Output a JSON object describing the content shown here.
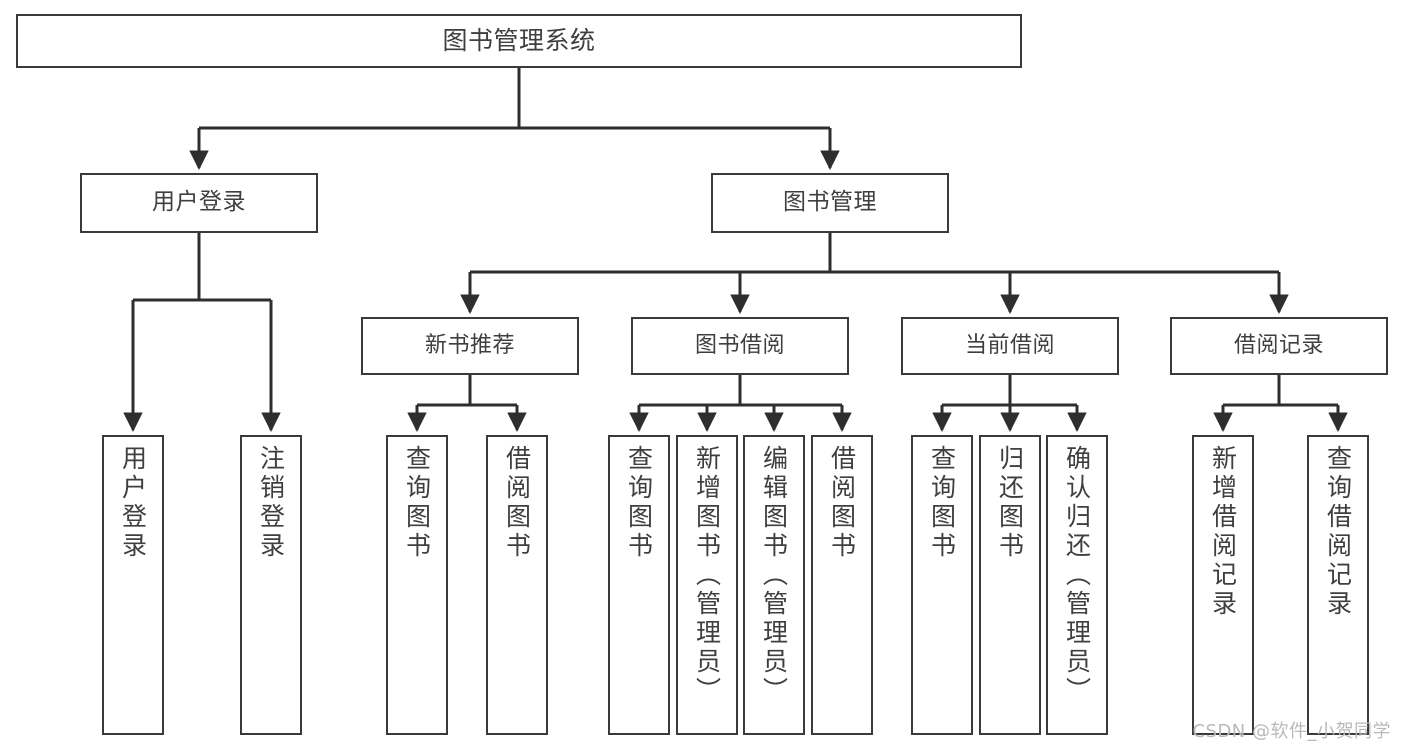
{
  "diagram": {
    "type": "hierarchy-tree",
    "title": "图书管理系统",
    "root": {
      "id": "root",
      "label": "图书管理系统"
    },
    "level1": [
      {
        "id": "user-login",
        "label": "用户登录"
      },
      {
        "id": "book-manage",
        "label": "图书管理"
      }
    ],
    "level2": [
      {
        "id": "new-book-rec",
        "label": "新书推荐",
        "parent": "book-manage"
      },
      {
        "id": "book-borrow",
        "label": "图书借阅",
        "parent": "book-manage"
      },
      {
        "id": "current-borrow",
        "label": "当前借阅",
        "parent": "book-manage"
      },
      {
        "id": "borrow-record",
        "label": "借阅记录",
        "parent": "book-manage"
      }
    ],
    "leaves": [
      {
        "id": "leaf-user-login",
        "label": "用户登录",
        "parent": "user-login"
      },
      {
        "id": "leaf-logout",
        "label": "注销登录",
        "parent": "user-login"
      },
      {
        "id": "leaf-query-book-1",
        "label": "查询图书",
        "parent": "new-book-rec"
      },
      {
        "id": "leaf-borrow-book-1",
        "label": "借阅图书",
        "parent": "new-book-rec"
      },
      {
        "id": "leaf-query-book-2",
        "label": "查询图书",
        "parent": "book-borrow"
      },
      {
        "id": "leaf-add-book",
        "label": "新增图书（管理员）",
        "parent": "book-borrow"
      },
      {
        "id": "leaf-edit-book",
        "label": "编辑图书（管理员）",
        "parent": "book-borrow"
      },
      {
        "id": "leaf-borrow-book-2",
        "label": "借阅图书",
        "parent": "book-borrow"
      },
      {
        "id": "leaf-query-book-3",
        "label": "查询图书",
        "parent": "current-borrow"
      },
      {
        "id": "leaf-return-book",
        "label": "归还图书",
        "parent": "current-borrow"
      },
      {
        "id": "leaf-confirm-return",
        "label": "确认归还（管理员）",
        "parent": "current-borrow"
      },
      {
        "id": "leaf-add-record",
        "label": "新增借阅记录",
        "parent": "borrow-record"
      },
      {
        "id": "leaf-query-record",
        "label": "查询借阅记录",
        "parent": "borrow-record"
      }
    ],
    "colors": {
      "box_border": "#3a3a3a",
      "box_fill": "#ffffff",
      "text": "#3f3f3f",
      "connector": "#2e2e2e",
      "watermark": "#b9b9b9",
      "background": "#ffffff"
    }
  },
  "watermark": {
    "text": "CSDN @软件_小贺同学"
  }
}
